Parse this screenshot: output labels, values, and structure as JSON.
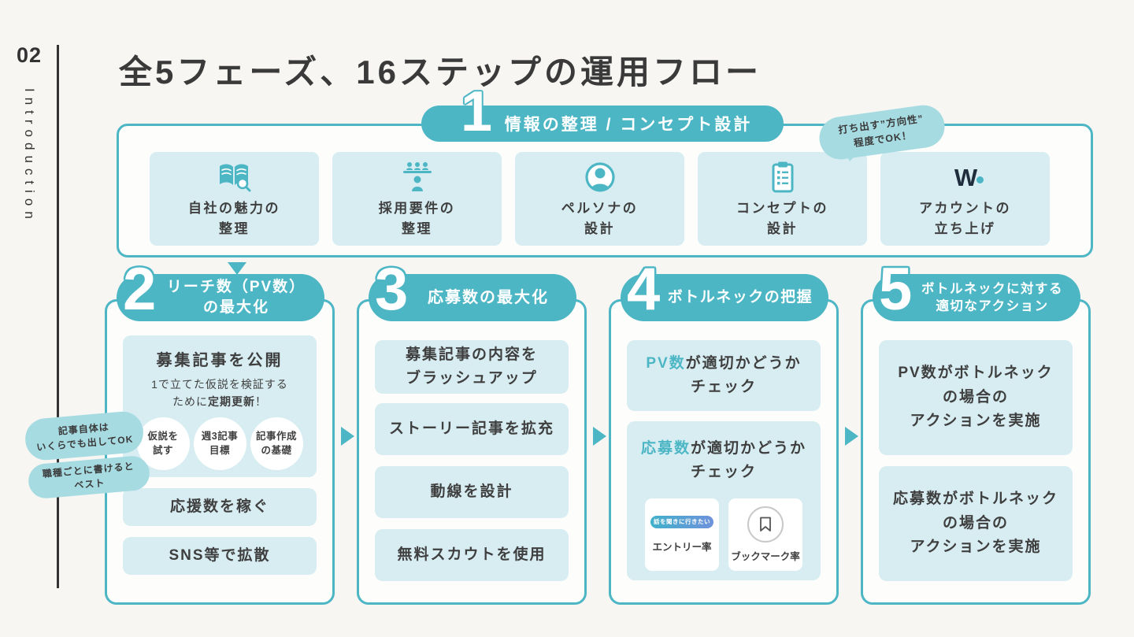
{
  "colors": {
    "accent": "#4db6c5",
    "card_bg": "#d7edf2",
    "bubble_bg": "#a7dbe2",
    "text": "#3f3f3f",
    "logo_navy": "#1f2d3d"
  },
  "sidebar": {
    "page_number": "02",
    "section": "Introduction"
  },
  "title": "全5フェーズ、16ステップの運用フロー",
  "phase1": {
    "number": "1",
    "label": "情報の整理 / コンセプト設計",
    "note_line1": "打ち出す”方向性”",
    "note_line2": "程度でOK！",
    "cards": [
      {
        "icon": "book-search-icon",
        "line1": "自社の魅力の",
        "line2": "整理"
      },
      {
        "icon": "hiring-team-icon",
        "line1": "採用要件の",
        "line2": "整理"
      },
      {
        "icon": "persona-icon",
        "line1": "ペルソナの",
        "line2": "設計"
      },
      {
        "icon": "clipboard-icon",
        "line1": "コンセプトの",
        "line2": "設計"
      },
      {
        "icon": "wantedly-logo",
        "logo_letter": "W",
        "line1": "アカウントの",
        "line2": "立ち上げ"
      }
    ]
  },
  "phase2": {
    "number": "2",
    "label_line1": "リーチ数（PV数）",
    "label_line2": "の最大化",
    "main_card": {
      "title": "募集記事を公開",
      "desc_line1": "1で立てた仮説を検証する",
      "desc_line2_pre": "ために",
      "desc_line2_bold": "定期更新",
      "desc_line2_post": "！",
      "circles": [
        {
          "line1": "仮説を",
          "line2": "試す"
        },
        {
          "line1": "週3記事",
          "line2": "目標"
        },
        {
          "line1": "記事作成",
          "line2": "の基礎"
        }
      ]
    },
    "card2": "応援数を稼ぐ",
    "card3": "SNS等で拡散",
    "bubble1_line1": "記事自体は",
    "bubble1_line2": "いくらでも出してOK",
    "bubble2_line1": "職種ごとに書けると",
    "bubble2_line2": "ベスト"
  },
  "phase3": {
    "number": "3",
    "label": "応募数の最大化",
    "card1_line1": "募集記事の内容を",
    "card1_line2": "ブラッシュアップ",
    "card2": "ストーリー記事を拡充",
    "card3": "動線を設計",
    "card4": "無料スカウトを使用"
  },
  "phase4": {
    "number": "4",
    "label": "ボトルネックの把握",
    "card1_highlight": "PV数",
    "card1_rest": "が適切かどうか",
    "card1_line2": "チェック",
    "card2_highlight": "応募数",
    "card2_rest": "が適切かどうか",
    "card2_line2": "チェック",
    "metric1": {
      "button": "話を聞きに行きたい",
      "label": "エントリー率"
    },
    "metric2": {
      "icon": "bookmark-icon",
      "label": "ブックマーク率"
    }
  },
  "phase5": {
    "number": "5",
    "label_line1": "ボトルネックに対する",
    "label_line2": "適切なアクション",
    "card1_line1": "PV数がボトルネック",
    "card1_line2": "の場合の",
    "card1_line3": "アクションを実施",
    "card2_line1": "応募数がボトルネック",
    "card2_line2": "の場合の",
    "card2_line3": "アクションを実施"
  }
}
